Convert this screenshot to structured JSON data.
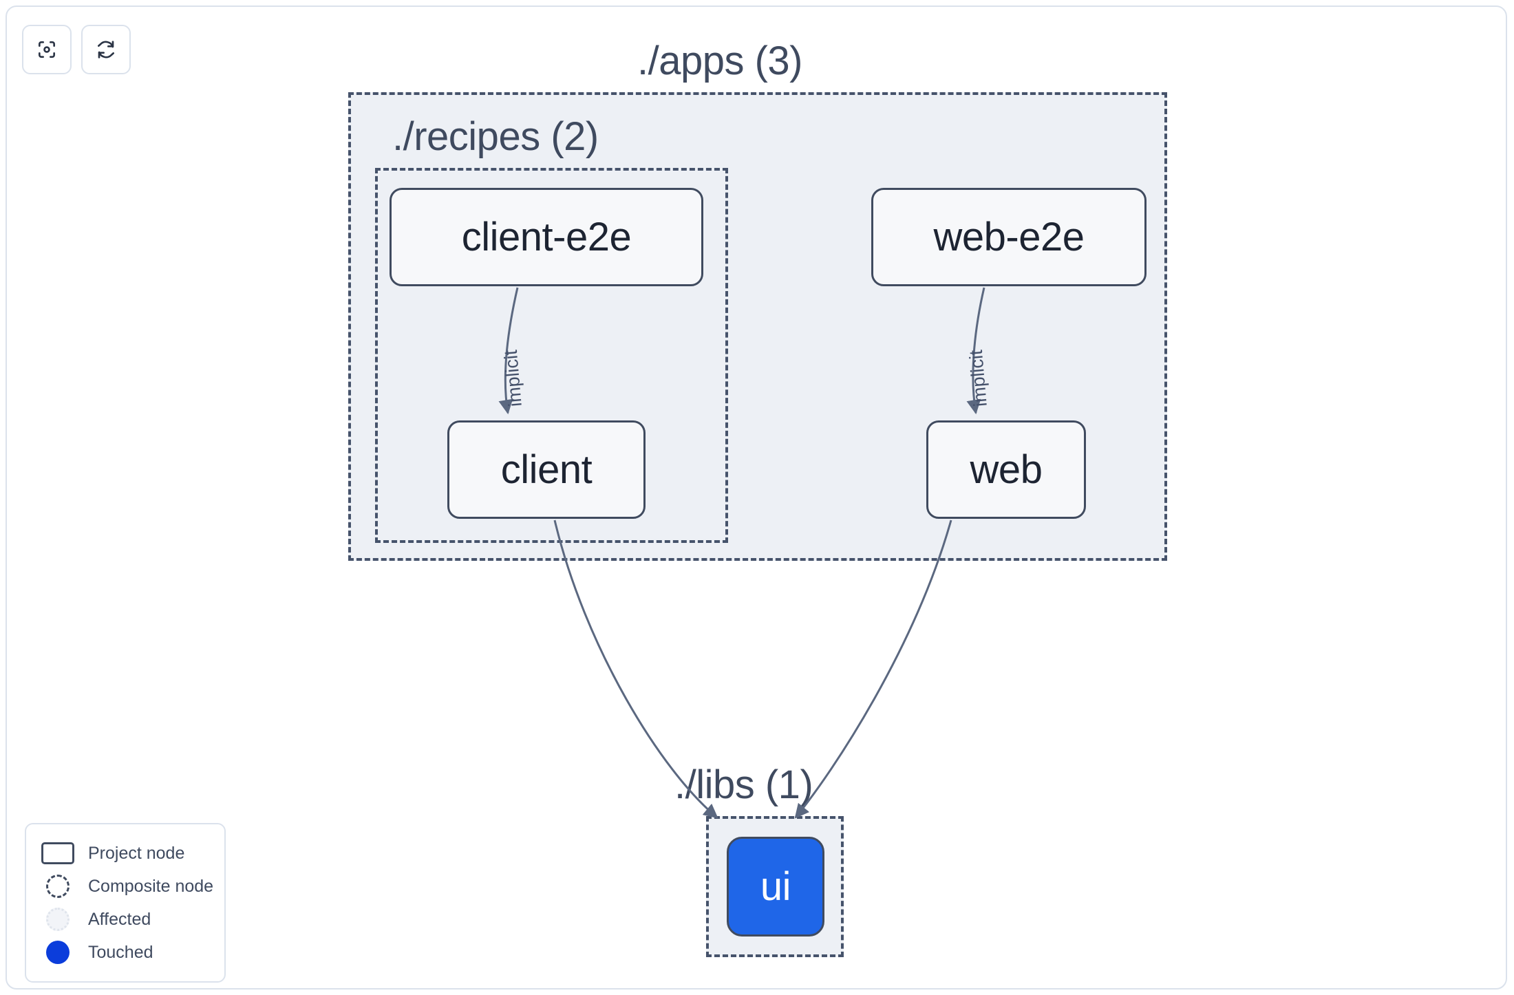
{
  "toolbar": {
    "buttons": [
      {
        "name": "focus-graph-button",
        "icon": "focus-scan-icon",
        "label": ""
      },
      {
        "name": "refresh-graph-button",
        "icon": "refresh-icon",
        "label": ""
      }
    ]
  },
  "graph": {
    "composites": [
      {
        "id": "apps",
        "label": "./apps (3)",
        "count": 3
      },
      {
        "id": "recipes",
        "label": "./recipes (2)",
        "count": 2
      },
      {
        "id": "libs",
        "label": "./libs (1)",
        "count": 1
      }
    ],
    "nodes": [
      {
        "id": "client-e2e",
        "label": "client-e2e",
        "parent": "recipes",
        "state": "normal"
      },
      {
        "id": "web-e2e",
        "label": "web-e2e",
        "parent": "apps",
        "state": "normal"
      },
      {
        "id": "client",
        "label": "client",
        "parent": "recipes",
        "state": "normal"
      },
      {
        "id": "web",
        "label": "web",
        "parent": "apps",
        "state": "normal"
      },
      {
        "id": "ui",
        "label": "ui",
        "parent": "libs",
        "state": "touched"
      }
    ],
    "edges": [
      {
        "from": "client-e2e",
        "to": "client",
        "label": "implicit"
      },
      {
        "from": "web-e2e",
        "to": "web",
        "label": "implicit"
      },
      {
        "from": "client",
        "to": "ui",
        "label": ""
      },
      {
        "from": "web",
        "to": "ui",
        "label": ""
      }
    ]
  },
  "legend": {
    "items": [
      {
        "swatch": "project-node-swatch",
        "label": "Project node"
      },
      {
        "swatch": "composite-node-swatch",
        "label": "Composite node"
      },
      {
        "swatch": "affected-swatch",
        "label": "Affected"
      },
      {
        "swatch": "touched-swatch",
        "label": "Touched"
      }
    ]
  },
  "colors": {
    "touched": "#0b3ddb",
    "node_selected_fill": "#1f66e8",
    "composite_fill": "#edf0f5",
    "composite_border": "#46536b",
    "node_border": "#404b5f",
    "node_fill": "#f7f8fa",
    "text": "#3f4a5f",
    "edge": "#44506a",
    "frame_border": "#dbe2ec"
  }
}
